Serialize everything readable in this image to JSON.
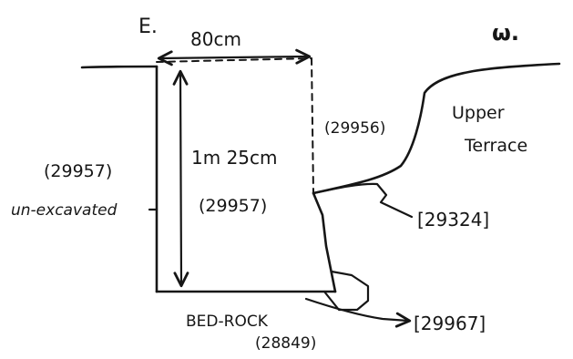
{
  "labels": {
    "east": "E.",
    "west": "ω.",
    "width_dim": "80cm",
    "depth_dim": "1m 25cm",
    "context_left": "(29957)",
    "unexcavated": "un-excavated",
    "context_fill": "(29957)",
    "context_right": "(29956)",
    "upper_terrace_1": "Upper",
    "upper_terrace_2": "Terrace",
    "cut_upper": "[29324]",
    "bedrock_label": "BED-ROCK",
    "bedrock_context": "(28849)",
    "cut_lower": "[29967]"
  },
  "colors": {
    "ink": "#161616",
    "paper": "#ffffff"
  }
}
